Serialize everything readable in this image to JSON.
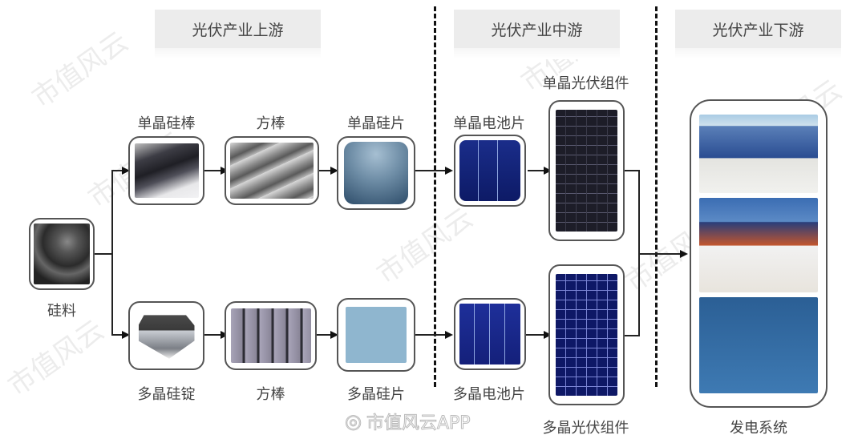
{
  "stages": {
    "upstream": "光伏产业上游",
    "midstream": "光伏产业中游",
    "downstream": "光伏产业下游"
  },
  "nodes": {
    "raw": {
      "label": "硅料",
      "icon": "silicon-raw-material-image"
    },
    "mono_rod": {
      "label": "单晶硅棒",
      "icon": "mono-silicon-rod-image"
    },
    "mono_square": {
      "label": "方棒",
      "icon": "square-rod-image"
    },
    "mono_wafer": {
      "label": "单晶硅片",
      "icon": "mono-wafer-image"
    },
    "mono_cell": {
      "label": "单晶电池片",
      "icon": "mono-cell-image"
    },
    "mono_module": {
      "label": "单晶光伏组件",
      "icon": "mono-module-image"
    },
    "poly_ingot": {
      "label": "多晶硅锭",
      "icon": "poly-ingot-image"
    },
    "poly_square": {
      "label": "方棒",
      "icon": "square-rod-image"
    },
    "poly_wafer": {
      "label": "多晶硅片",
      "icon": "poly-wafer-image"
    },
    "poly_cell": {
      "label": "多晶电池片",
      "icon": "poly-cell-image"
    },
    "poly_module": {
      "label": "多晶光伏组件",
      "icon": "poly-module-image"
    },
    "system": {
      "label": "发电系统",
      "images": [
        "rooftop-solar-farm-image",
        "house-roof-solar-image",
        "solar-street-light-image"
      ]
    }
  },
  "watermark": {
    "text": "市值风云",
    "app_text": "市值风云APP",
    "icon": "weibo-icon"
  }
}
